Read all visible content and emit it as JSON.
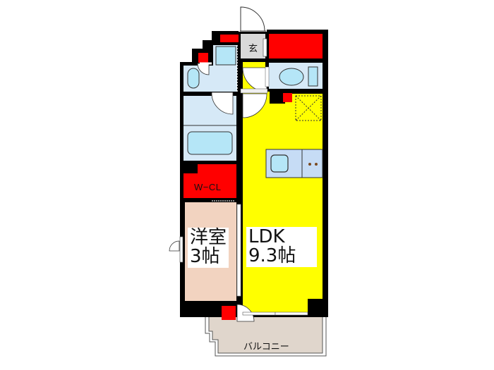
{
  "floor_plan": {
    "rooms": [
      {
        "id": "western_room",
        "name": "洋室",
        "size": "3帖",
        "color": "#f2d3c0"
      },
      {
        "id": "ldk",
        "name": "LDK",
        "size": "9.3帖",
        "color": "#ffff00"
      },
      {
        "id": "walk_in_closet",
        "name": "W−CL",
        "color": "#ff0000"
      },
      {
        "id": "balcony",
        "name": "バルコニー",
        "color": "#e0d6cc"
      },
      {
        "id": "entrance",
        "name": "玄",
        "color": "#d9d9d9"
      },
      {
        "id": "toilet",
        "color": "#d6e9f7"
      },
      {
        "id": "washroom",
        "color": "#d6e9f7"
      },
      {
        "id": "bathroom",
        "color": "#d6e9f7"
      }
    ],
    "labels": {
      "western_room_name": "洋室",
      "western_room_size": "3帖",
      "ldk_name": "LDK",
      "ldk_size": "9.3帖",
      "wcl": "W−CL",
      "balcony": "バルコニー",
      "entrance": "玄"
    },
    "colors": {
      "wall": "#000000",
      "storage": "#ff0000",
      "wet_area": "#d6e9f7",
      "fixture": "#b5e6f7",
      "ldk": "#ffff00",
      "western": "#f2d3c0",
      "balcony": "#e0d6cc",
      "entrance": "#d9d9d9"
    }
  }
}
